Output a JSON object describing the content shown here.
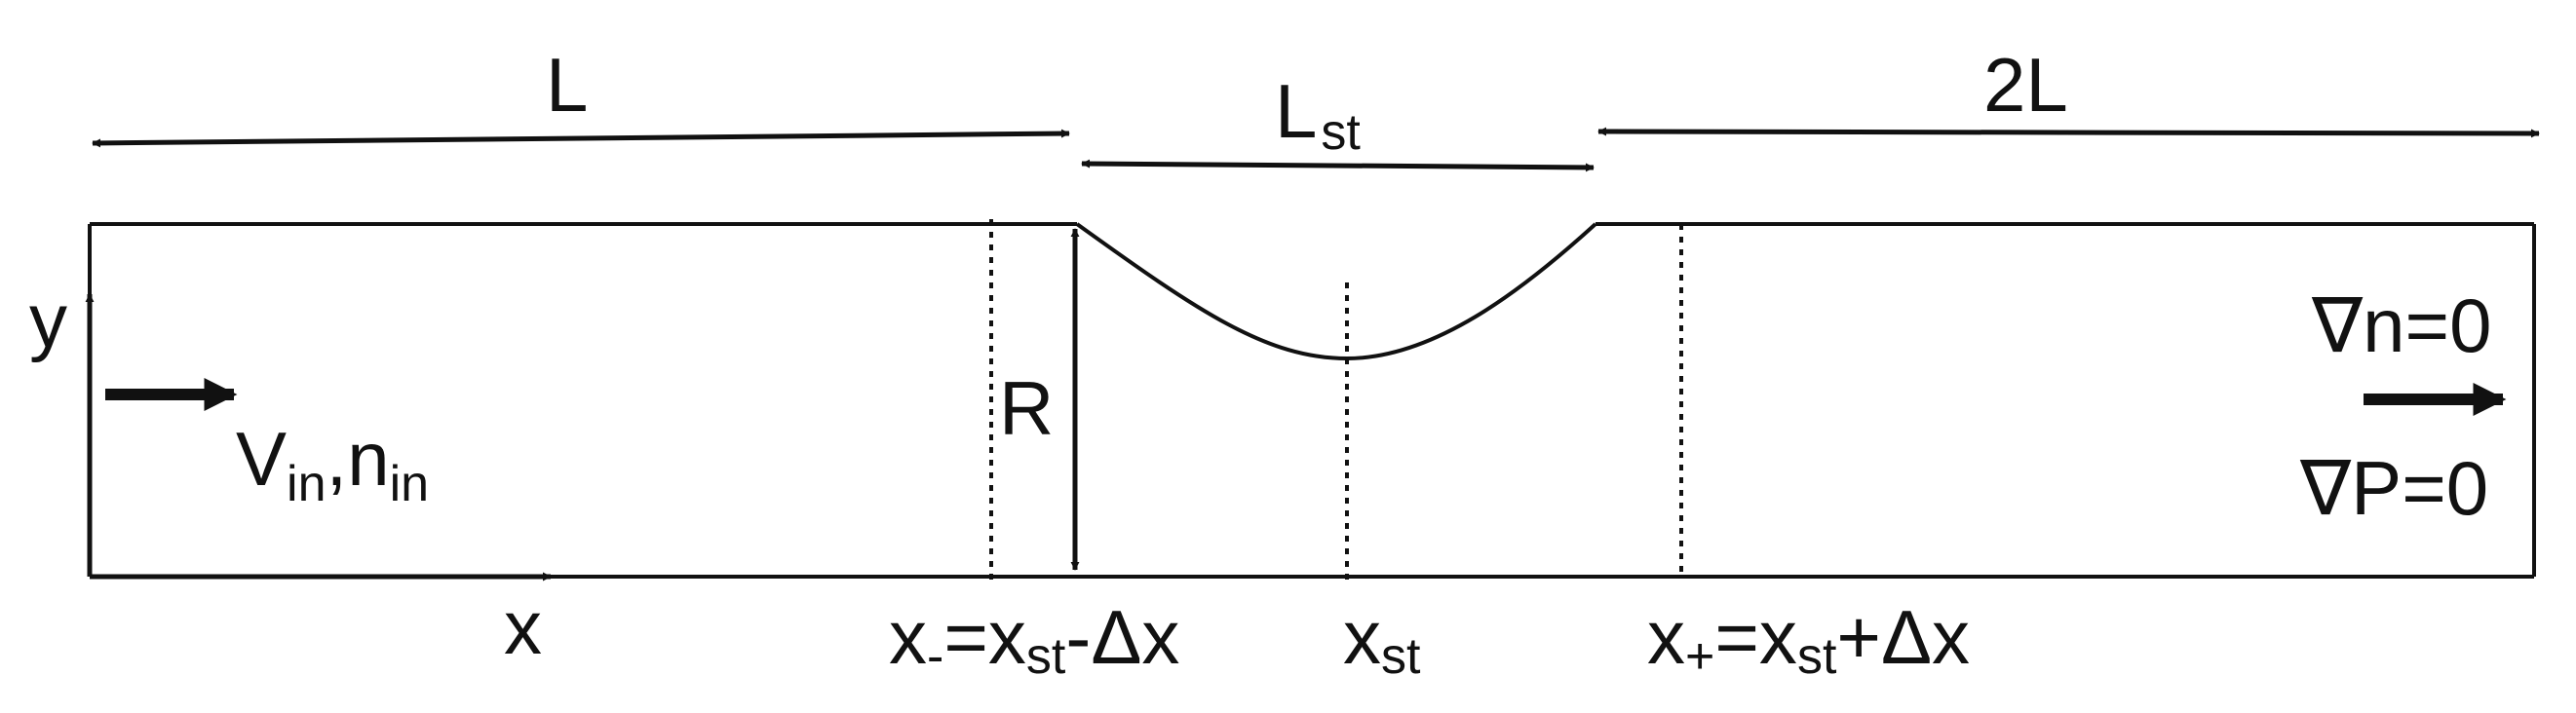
{
  "diagram": {
    "dimensions": {
      "inlet_length": "L",
      "stenosis_length_main": "L",
      "stenosis_length_sub": "st",
      "outlet_length": "2L"
    },
    "radius_label": "R",
    "axes": {
      "x_label": "x",
      "y_label": "y"
    },
    "inlet": {
      "v_main": "V",
      "v_sub": "in",
      "separator": ",",
      "n_main": "n",
      "n_sub": "in"
    },
    "outlet": {
      "condition_1": "∇n=0",
      "condition_2": "∇P=0"
    },
    "positions": {
      "x_minus_main": "x",
      "x_minus_sub": "-",
      "x_minus_eq": "=x",
      "x_minus_eq_sub": "st",
      "x_minus_rest": "-Δx",
      "x_st_main": "x",
      "x_st_sub": "st",
      "x_plus_main": "x",
      "x_plus_sub": "+",
      "x_plus_eq": "=x",
      "x_plus_eq_sub": "st",
      "x_plus_rest": "+Δx"
    },
    "colors": {
      "line": "#111111",
      "background": "#ffffff"
    }
  }
}
